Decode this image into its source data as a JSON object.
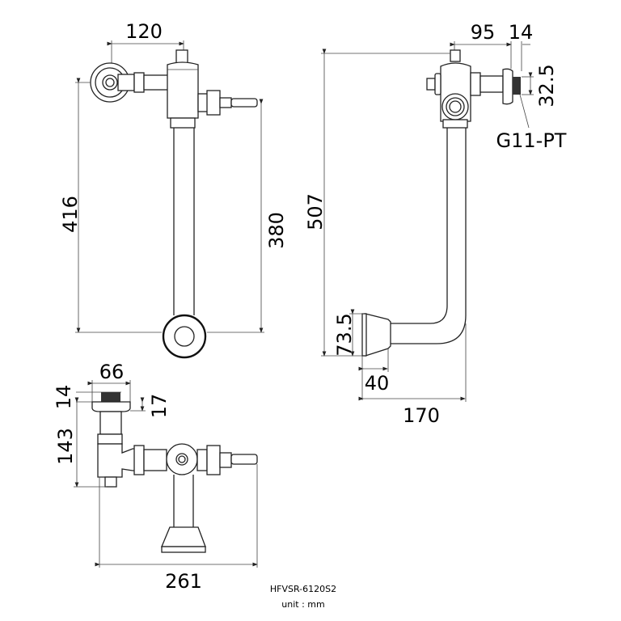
{
  "drawing": {
    "model": "HFVSR-6120S2",
    "unit_label": "unit : mm",
    "front_view": {
      "width_top": "120",
      "height_total": "416",
      "height_handle": "380"
    },
    "side_view": {
      "width_top": "95",
      "flange_depth": "14",
      "thread_dia": "32.5",
      "thread_label": "G11-PT",
      "height_total": "507",
      "spud_height": "73.5",
      "spud_depth": "40",
      "projection": "170"
    },
    "top_view": {
      "flange_width": "66",
      "thread_length": "14",
      "flange_thickness": "17",
      "height": "143",
      "overall_width": "261"
    }
  }
}
